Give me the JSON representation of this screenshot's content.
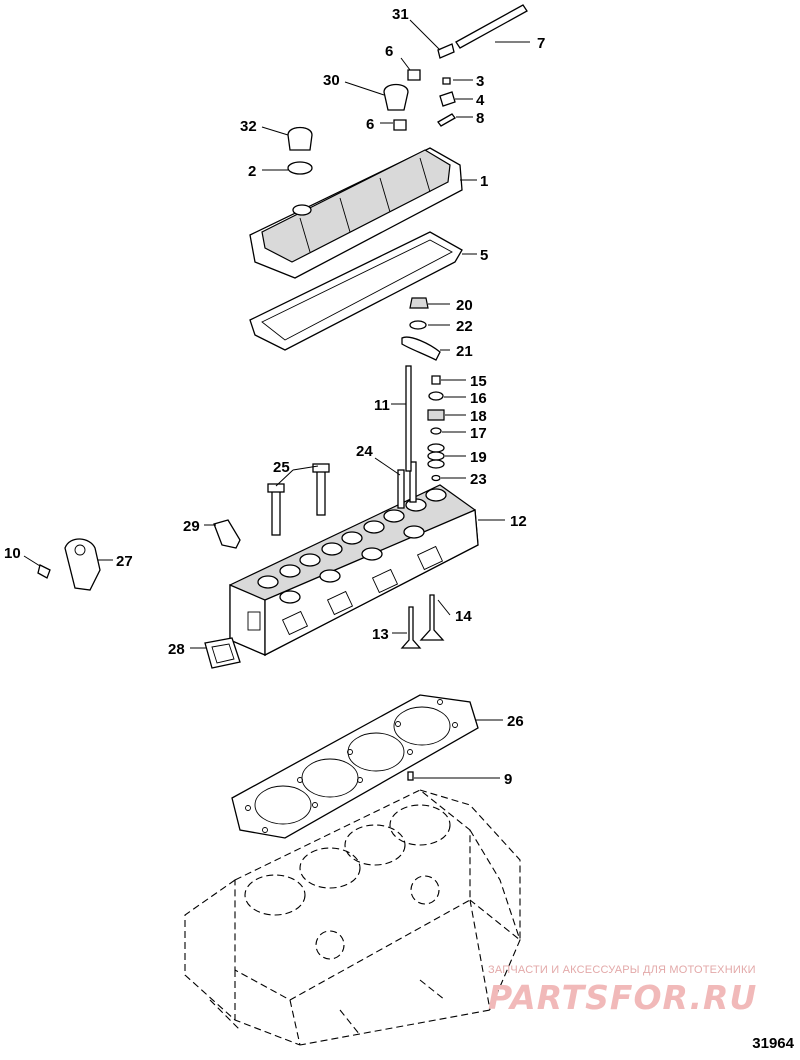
{
  "diagram": {
    "figure_number": "31964",
    "callouts": [
      "31",
      "7",
      "6",
      "3",
      "30",
      "4",
      "32",
      "6",
      "8",
      "2",
      "1",
      "5",
      "20",
      "22",
      "21",
      "15",
      "11",
      "16",
      "18",
      "17",
      "24",
      "19",
      "25",
      "23",
      "29",
      "12",
      "10",
      "27",
      "14",
      "13",
      "28",
      "26",
      "9"
    ]
  },
  "watermark": {
    "tagline": "ЗАПЧАСТИ И АКСЕССУАРЫ ДЛЯ МОТОТЕХНИКИ",
    "brand": "PARTSFOR.RU"
  }
}
